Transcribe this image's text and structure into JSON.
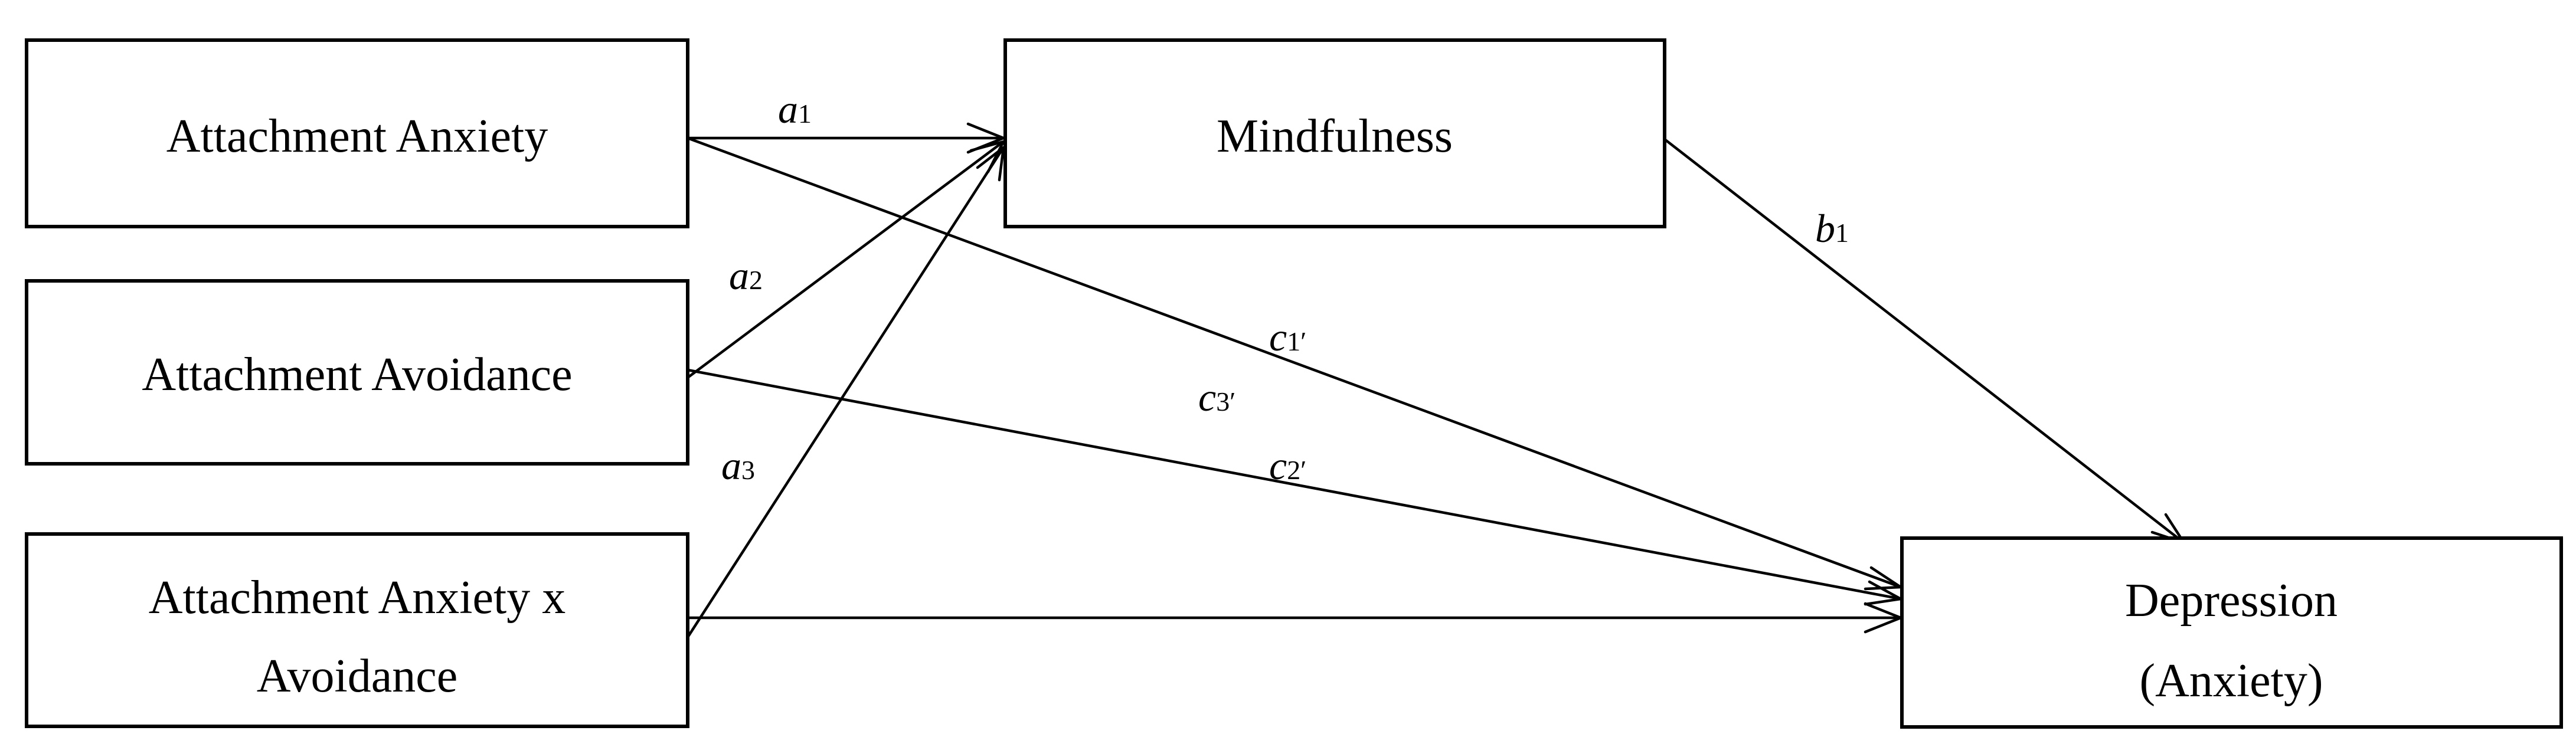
{
  "nodes": {
    "attachment_anxiety": {
      "lines": [
        "Attachment Anxiety"
      ]
    },
    "attachment_avoidance": {
      "lines": [
        "Attachment Avoidance"
      ]
    },
    "interaction": {
      "lines": [
        "Attachment Anxiety x",
        "Avoidance"
      ]
    },
    "mindfulness": {
      "lines": [
        "Mindfulness"
      ]
    },
    "depression": {
      "lines": [
        "Depression",
        "(Anxiety)"
      ]
    }
  },
  "paths": {
    "a1": {
      "letter": "a",
      "sub": "1"
    },
    "a2": {
      "letter": "a",
      "sub": "2"
    },
    "a3": {
      "letter": "a",
      "sub": "3"
    },
    "b1": {
      "letter": "b",
      "sub": "1"
    },
    "c1p": {
      "letter": "c",
      "sub": "1′"
    },
    "c2p": {
      "letter": "c",
      "sub": "2′"
    },
    "c3p": {
      "letter": "c",
      "sub": "3′"
    }
  }
}
